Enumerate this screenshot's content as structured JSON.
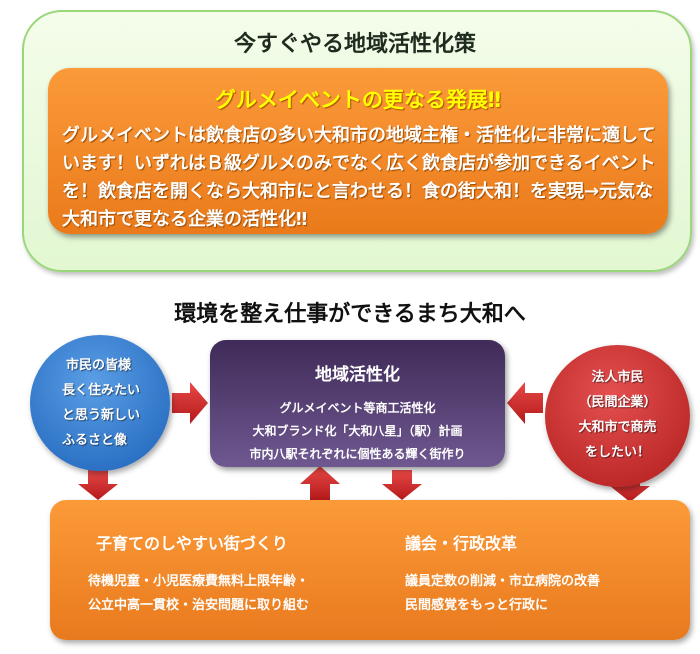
{
  "top_panel": {
    "title": "今すぐやる地域活性化策",
    "card": {
      "heading": "グルメイベントの更なる発展‼",
      "body": "グルメイベントは飲食店の多い大和市の地域主権・活性化に非常に適しています！いずれはＢ級グルメのみでなく広く飲食店が参加できるイベントを！飲食店を開くなら大和市にと言わせる！食の街大和！を実現→元気な大和市で更なる企業の活性化‼"
    }
  },
  "middle": {
    "title": "環境を整え仕事ができるまち大和へ",
    "left_circle": [
      "市民の皆様",
      "長く住みたい",
      "と思う新しい",
      "ふるさと像"
    ],
    "center_box": {
      "title": "地域活性化",
      "lines": [
        "グルメイベント等商工活性化",
        "大和ブランド化「大和八星」（駅）計画",
        "市内八駅それぞれに個性ある輝く街作り"
      ]
    },
    "right_circle": [
      "法人市民",
      "（民間企業）",
      "大和市で商売",
      "をしたい！"
    ]
  },
  "bottom": {
    "left": {
      "heading": "子育てのしやすい街づくり",
      "lines": [
        "待機児童・小児医療費無料上限年齢・",
        "公立中高一貫校・治安問題に取り組む"
      ]
    },
    "right": {
      "heading": "議会・行政改革",
      "lines": [
        "議員定数の削減・市立病院の改善",
        "民間感覚をもっと行政に"
      ]
    }
  },
  "colors": {
    "arrow": "#d42a2a",
    "orange": "#f58a2a",
    "purple": "#4e3a6c",
    "blue": "#2a70c8",
    "red": "#c42626"
  }
}
